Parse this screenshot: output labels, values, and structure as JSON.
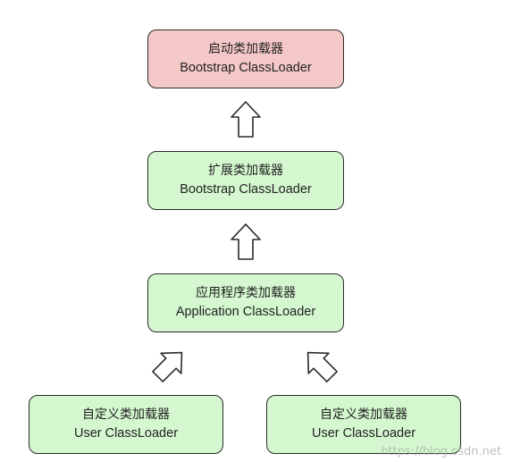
{
  "boxes": {
    "bootstrap": {
      "zh": "启动类加载器",
      "en": "Bootstrap ClassLoader",
      "fill": "#f5c8c8"
    },
    "extension": {
      "zh": "扩展类加载器",
      "en": "Bootstrap ClassLoader",
      "fill": "#d4f7cf"
    },
    "application": {
      "zh": "应用程序类加载器",
      "en": "Application ClassLoader",
      "fill": "#d4f7cf"
    },
    "user_left": {
      "zh": "自定义类加载器",
      "en": "User ClassLoader",
      "fill": "#d4f7cf"
    },
    "user_right": {
      "zh": "自定义类加载器",
      "en": "User ClassLoader",
      "fill": "#d4f7cf"
    }
  },
  "watermark": "https://blog.csdn.net"
}
